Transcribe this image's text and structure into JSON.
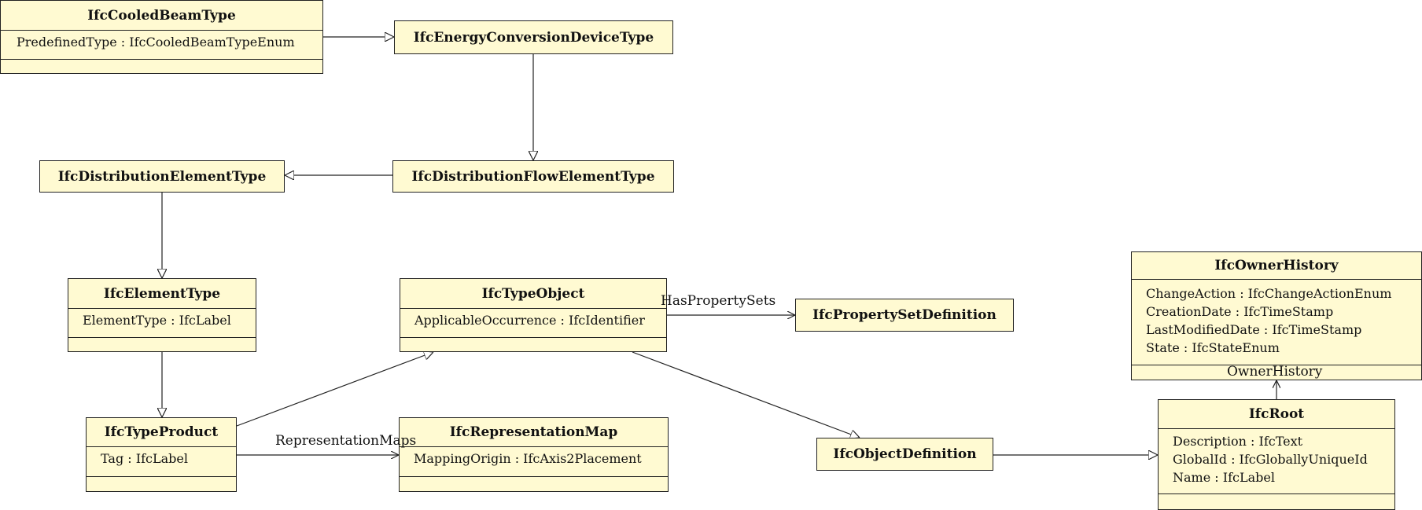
{
  "classes": {
    "cooled_beam": {
      "name": "IfcCooledBeamType",
      "attributes": [
        "PredefinedType : IfcCooledBeamTypeEnum"
      ]
    },
    "energy_conv": {
      "name": "IfcEnergyConversionDeviceType",
      "attributes": []
    },
    "dist_elem": {
      "name": "IfcDistributionElementType",
      "attributes": []
    },
    "dist_flow": {
      "name": "IfcDistributionFlowElementType",
      "attributes": []
    },
    "element_type": {
      "name": "IfcElementType",
      "attributes": [
        "ElementType : IfcLabel"
      ]
    },
    "type_object": {
      "name": "IfcTypeObject",
      "attributes": [
        "ApplicableOccurrence : IfcIdentifier"
      ]
    },
    "pset_def": {
      "name": "IfcPropertySetDefinition",
      "attributes": []
    },
    "owner_history": {
      "name": "IfcOwnerHistory",
      "attributes": [
        "ChangeAction : IfcChangeActionEnum",
        "CreationDate : IfcTimeStamp",
        "LastModifiedDate : IfcTimeStamp",
        "State : IfcStateEnum"
      ]
    },
    "type_product": {
      "name": "IfcTypeProduct",
      "attributes": [
        "Tag : IfcLabel"
      ]
    },
    "rep_map": {
      "name": "IfcRepresentationMap",
      "attributes": [
        "MappingOrigin : IfcAxis2Placement"
      ]
    },
    "obj_def": {
      "name": "IfcObjectDefinition",
      "attributes": []
    },
    "root": {
      "name": "IfcRoot",
      "attributes": [
        "Description : IfcText",
        "GlobalId : IfcGloballyUniqueId",
        "Name : IfcLabel"
      ]
    }
  },
  "relations": {
    "has_property_sets": "HasPropertySets",
    "representation_maps": "RepresentationMaps",
    "owner_history": "OwnerHistory"
  },
  "colors": {
    "class_fill": "#fffad2",
    "stroke": "#222222"
  }
}
